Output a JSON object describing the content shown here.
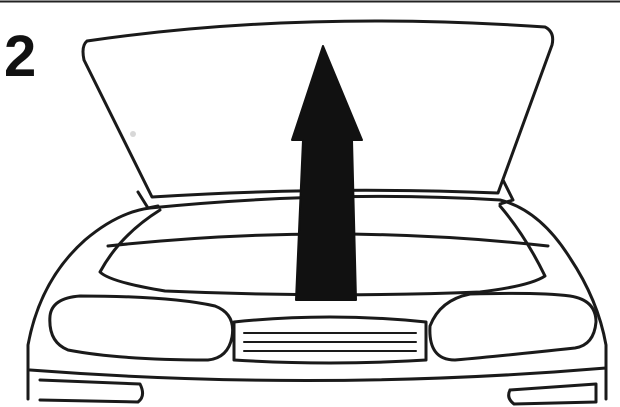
{
  "step": {
    "number": "2"
  },
  "illustration": {
    "subject": "car-hood-open",
    "arrow_direction": "up"
  },
  "colors": {
    "line": "#1a1a1a",
    "arrow_fill": "#111111",
    "background": "#ffffff"
  }
}
